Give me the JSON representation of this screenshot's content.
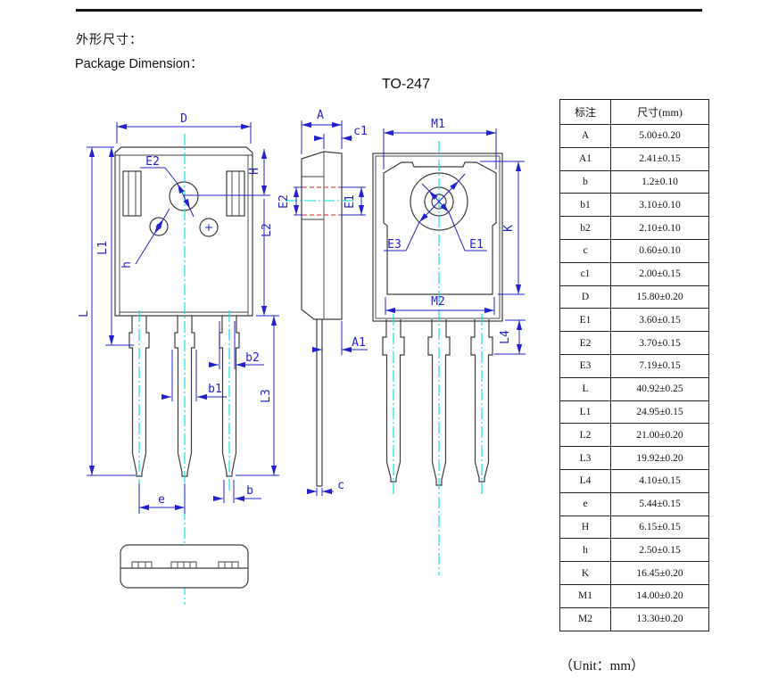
{
  "page": {
    "heading_cn": "外形尺寸：",
    "heading_en": "Package Dimension：",
    "title": "TO-247",
    "unit_note": "（Unit：mm）"
  },
  "table": {
    "headers": {
      "label": "标注",
      "dimension": "尺寸(mm)"
    },
    "rows": [
      {
        "label": "A",
        "value": "5.00±0.20"
      },
      {
        "label": "A1",
        "value": "2.41±0.15"
      },
      {
        "label": "b",
        "value": "1.2±0.10"
      },
      {
        "label": "b1",
        "value": "3.10±0.10"
      },
      {
        "label": "b2",
        "value": "2.10±0.10"
      },
      {
        "label": "c",
        "value": "0.60±0.10"
      },
      {
        "label": "c1",
        "value": "2.00±0.15"
      },
      {
        "label": "D",
        "value": "15.80±0.20"
      },
      {
        "label": "E1",
        "value": "3.60±0.15"
      },
      {
        "label": "E2",
        "value": "3.70±0.15"
      },
      {
        "label": "E3",
        "value": "7.19±0.15"
      },
      {
        "label": "L",
        "value": "40.92±0.25"
      },
      {
        "label": "L1",
        "value": "24.95±0.15"
      },
      {
        "label": "L2",
        "value": "21.00±0.20"
      },
      {
        "label": "L3",
        "value": "19.92±0.20"
      },
      {
        "label": "L4",
        "value": "4.10±0.15"
      },
      {
        "label": "e",
        "value": "5.44±0.15"
      },
      {
        "label": "H",
        "value": "6.15±0.15"
      },
      {
        "label": "h",
        "value": "2.50±0.15"
      },
      {
        "label": "K",
        "value": "16.45±0.20"
      },
      {
        "label": "M1",
        "value": "14.00±0.20"
      },
      {
        "label": "M2",
        "value": "13.30±0.20"
      }
    ]
  },
  "drawing": {
    "labels": {
      "A": "A",
      "A1": "A1",
      "b": "b",
      "b1": "b1",
      "b2": "b2",
      "c": "c",
      "c1": "c1",
      "D": "D",
      "E1": "E1",
      "E2": "E2",
      "E3": "E3",
      "H": "H",
      "h": "h",
      "K": "K",
      "L": "L",
      "L1": "L1",
      "L2": "L2",
      "L3": "L3",
      "L4": "L4",
      "M1": "M1",
      "M2": "M2",
      "e": "e"
    },
    "colors": {
      "dimension": "#2222cc",
      "centerline": "#00dcdc",
      "hidden": "#ee2222",
      "outline": "#3c3c3c"
    }
  }
}
